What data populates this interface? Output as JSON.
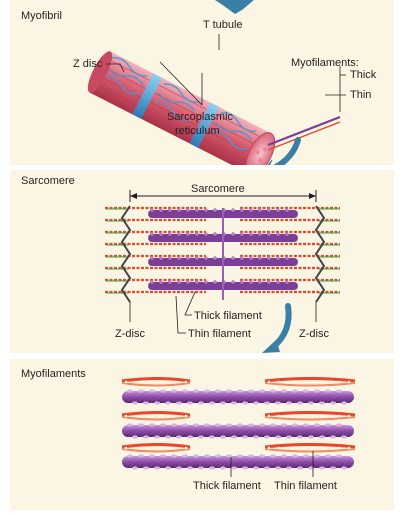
{
  "panels": {
    "myofibril": {
      "title": "Myofibril",
      "labels": {
        "t_tubule": "T tubule",
        "z_disc": "Z disc",
        "myofilaments": "Myofilaments:",
        "thick": "Thick",
        "thin": "Thin",
        "sr_line1": "Sarcoplasmic",
        "sr_line2": "reticulum"
      }
    },
    "sarcomere": {
      "title": "Sarcomere",
      "labels": {
        "sarcomere": "Sarcomere",
        "z_disc_left": "Z-disc",
        "z_disc_right": "Z-disc",
        "thick_filament": "Thick filament",
        "thin_filament": "Thin filament"
      }
    },
    "myofilaments": {
      "title": "Myofilaments",
      "labels": {
        "thick_filament": "Thick filament",
        "thin_filament": "Thin filament"
      }
    }
  },
  "colors": {
    "panel_bg": "#fbf6e3",
    "arrow_blue": "#3a7fa6",
    "thick_purple": "#7b3f96",
    "thin_red": "#e8452c",
    "fiber_pink": "#e07a8a",
    "tubule_blue": "#5aa7d6",
    "z_disc_green": "#3f9a4a"
  }
}
